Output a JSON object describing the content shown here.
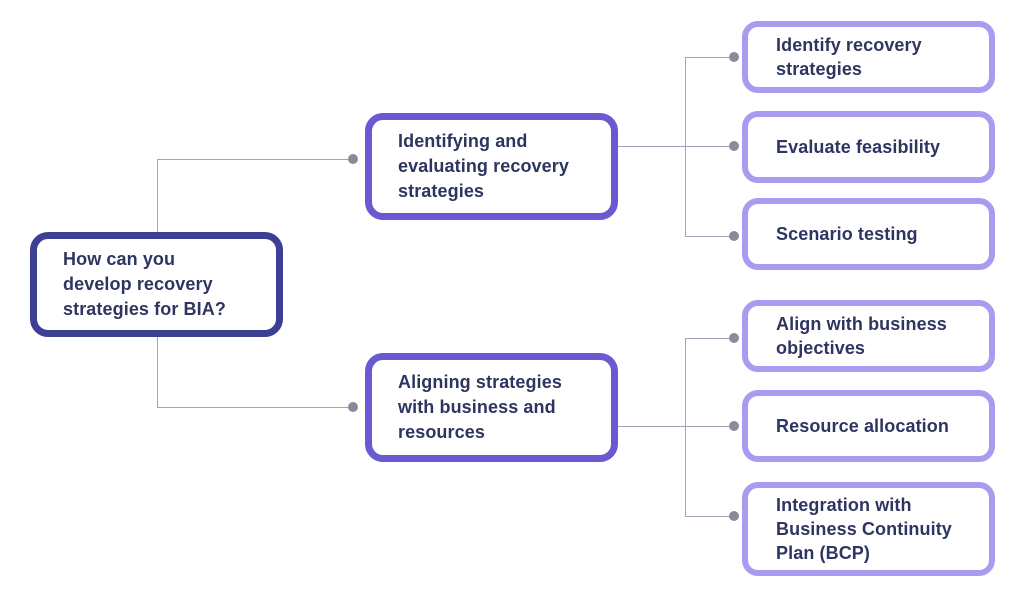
{
  "root": {
    "label": "How can you develop recovery strategies for BIA?"
  },
  "branches": [
    {
      "label": "Identifying and evaluating recovery strategies",
      "children": [
        {
          "label": "Identify recovery strategies"
        },
        {
          "label": "Evaluate feasibility"
        },
        {
          "label": "Scenario testing"
        }
      ]
    },
    {
      "label": "Aligning strategies with business and resources",
      "children": [
        {
          "label": "Align with business objectives"
        },
        {
          "label": "Resource allocation"
        },
        {
          "label": "Integration with Business Continuity Plan (BCP)"
        }
      ]
    }
  ],
  "colors": {
    "root_border": "#3d3f94",
    "branch_border": "#6a5ad1",
    "leaf_border": "#a89cf0",
    "line": "#a5a2b6",
    "dot": "#8b8a9d",
    "text": "#2e3560",
    "node_bg": "#ffffff",
    "canvas_bg": "#ffffff"
  }
}
